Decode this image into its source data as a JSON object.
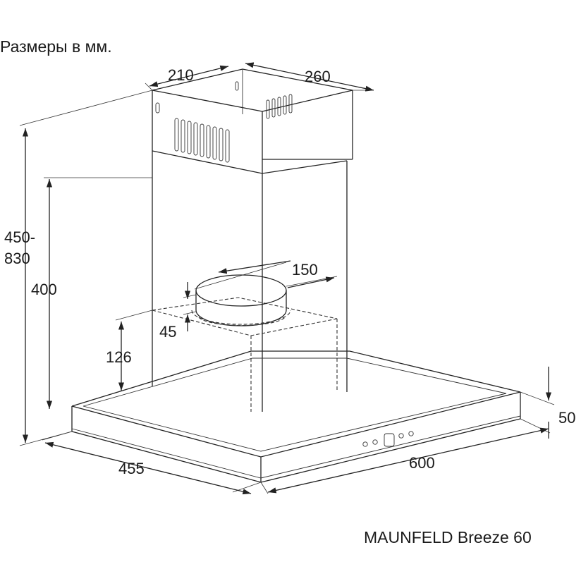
{
  "caption_units": "Размеры в мм.",
  "model_name": "MAUNFELD Breeze 60",
  "dimensions": {
    "duct_depth": "210",
    "duct_width": "260",
    "height_range_line1": "450-",
    "height_range_line2": "830",
    "height_inner": "400",
    "outlet_diameter": "150",
    "outlet_height": "45",
    "motor_height": "126",
    "hood_depth": "455",
    "hood_width": "600",
    "canopy_thickness": "50"
  }
}
